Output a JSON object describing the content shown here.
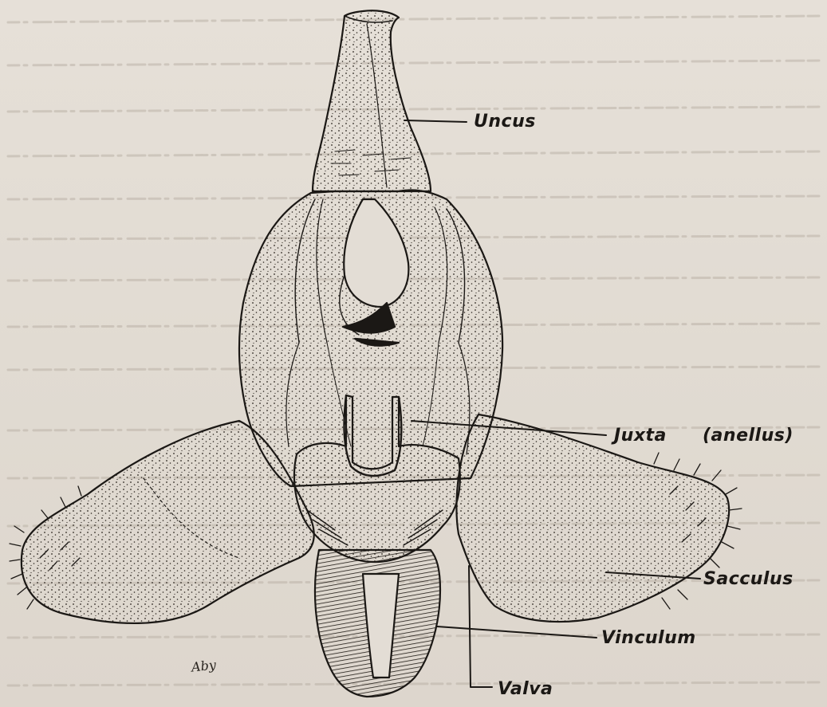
{
  "labels": {
    "uncus": "Uncus",
    "juxta": "Juxta",
    "anellus": "(anellus)",
    "sacculus": "Sacculus",
    "vinculum": "Vinculum",
    "valva": "Valva"
  },
  "signature": "Aby",
  "colors": {
    "ink": "#1b1815",
    "paper": "#e3ddd5",
    "bleedthrough": "#b9b0a6"
  }
}
